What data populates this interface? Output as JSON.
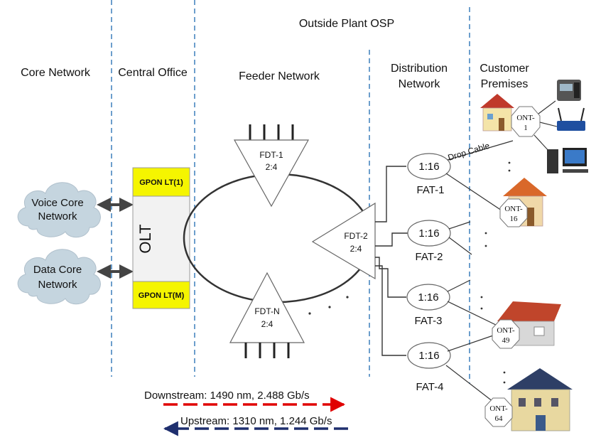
{
  "headers": {
    "osp": "Outside Plant OSP",
    "core": "Core Network",
    "central_office": "Central Office",
    "feeder": "Feeder Network",
    "distribution_l1": "Distribution",
    "distribution_l2": "Network",
    "customer_l1": "Customer",
    "customer_l2": "Premises"
  },
  "clouds": {
    "voice_l1": "Voice Core",
    "voice_l2": "Network",
    "data_l1": "Data Core",
    "data_l2": "Network"
  },
  "olt": {
    "label": "OLT",
    "lt_top": "GPON LT(1)",
    "lt_bottom": "GPON LT(M)"
  },
  "splitters": {
    "fdt1_name": "FDT-1",
    "fdt1_ratio": "2:4",
    "fdt2_name": "FDT-2",
    "fdt2_ratio": "2:4",
    "fdtn_name": "FDT-N",
    "fdtn_ratio": "2:4"
  },
  "fats": [
    {
      "ratio": "1:16",
      "name": "FAT-1"
    },
    {
      "ratio": "1:16",
      "name": "FAT-2"
    },
    {
      "ratio": "1:16",
      "name": "FAT-3"
    },
    {
      "ratio": "1:16",
      "name": "FAT-4"
    }
  ],
  "onts": {
    "ont1_l1": "ONT-",
    "ont1_l2": "1",
    "ont16_l1": "ONT-",
    "ont16_l2": "16",
    "ont49_l1": "ONT-",
    "ont49_l2": "49",
    "ont64_l1": "ONT-",
    "ont64_l2": "64"
  },
  "drop_cable": "Drop Cable",
  "legend": {
    "downstream": "Downstream: 1490 nm, 2.488 Gb/s",
    "upstream": "Upstream: 1310 nm, 1.244 Gb/s"
  },
  "colors": {
    "divider": "#2e75b6",
    "olt_fill": "#f2f2f2",
    "lt_fill": "#f5f500",
    "cloud_fill": "#c5d5df",
    "downstream": "#e00000",
    "upstream": "#1f2f6e"
  }
}
